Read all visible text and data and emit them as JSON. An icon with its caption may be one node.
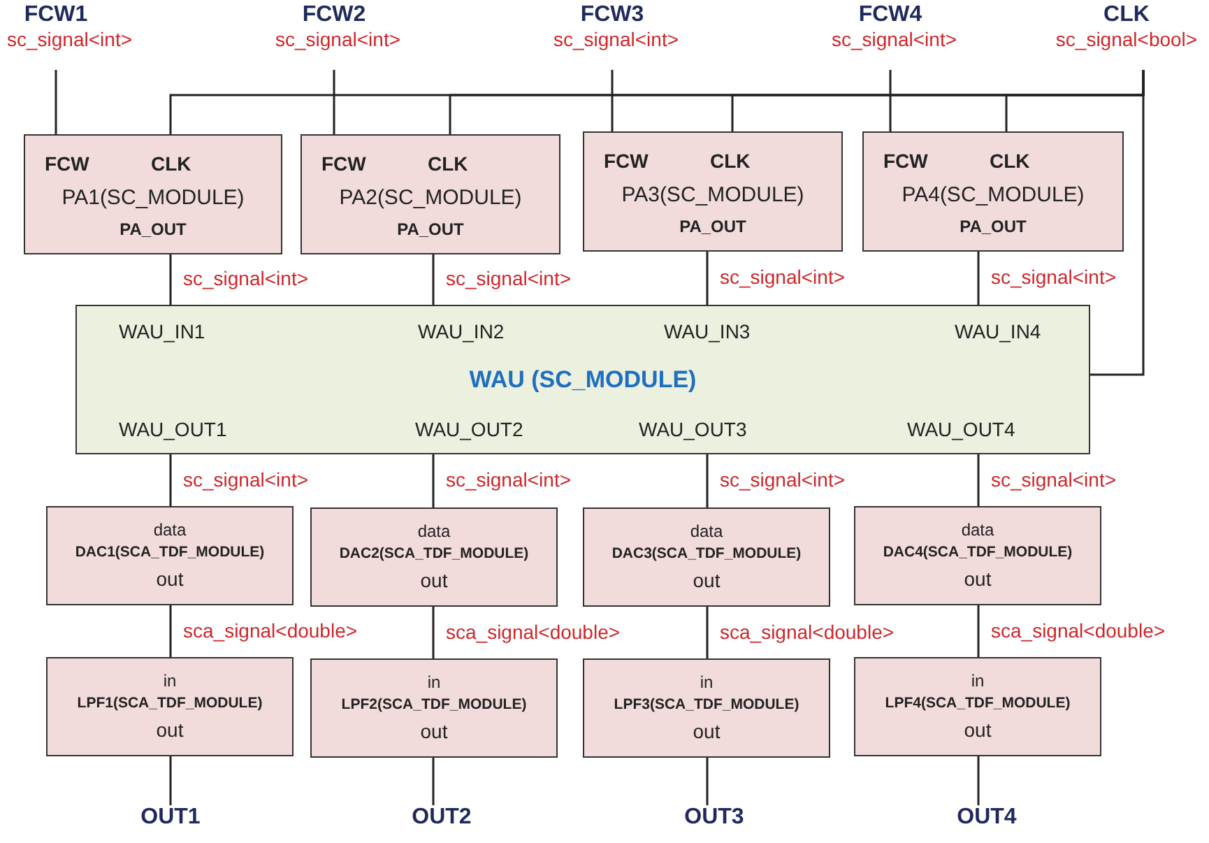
{
  "diagram": {
    "nodes": [
      {
        "text": [
          "FCW1"
        ],
        "beside": [
          "sc_signal<int>"
        ]
      },
      {
        "text": [
          "FCW2"
        ],
        "beside": [
          "sc_signal<int>"
        ]
      },
      {
        "text": [
          "FCW3"
        ],
        "beside": [
          "sc_signal<int>"
        ]
      },
      {
        "text": [
          "FCW4"
        ],
        "beside": [
          "sc_signal<int>"
        ]
      },
      {
        "text": [
          "CLK"
        ],
        "beside": [
          "sc_signal<bool>"
        ]
      },
      {
        "text": [
          "FCW",
          "CLK",
          "PA1(SC_MODULE)",
          "PA_OUT"
        ]
      },
      {
        "text": [
          "FCW",
          "CLK",
          "PA2(SC_MODULE)",
          "PA_OUT"
        ]
      },
      {
        "text": [
          "FCW",
          "CLK",
          "PA3(SC_MODULE)",
          "PA_OUT"
        ]
      },
      {
        "text": [
          "FCW",
          "CLK",
          "PA4(SC_MODULE)",
          "PA_OUT"
        ]
      },
      {
        "text": [
          "WAU_IN1",
          "WAU_IN2",
          "WAU_IN3",
          "WAU_IN4",
          "WAU (SC_MODULE)",
          "WAU_OUT1",
          "WAU_OUT2",
          "WAU_OUT3",
          "WAU_OUT4"
        ]
      },
      {
        "text": [
          "data",
          "DAC1(SCA_TDF_MODULE)",
          "out"
        ]
      },
      {
        "text": [
          "data",
          "DAC2(SCA_TDF_MODULE)",
          "out"
        ]
      },
      {
        "text": [
          "data",
          "DAC3(SCA_TDF_MODULE)",
          "out"
        ]
      },
      {
        "text": [
          "data",
          "DAC4(SCA_TDF_MODULE)",
          "out"
        ]
      },
      {
        "text": [
          "in",
          "LPF1(SCA_TDF_MODULE)",
          "out"
        ]
      },
      {
        "text": [
          "in",
          "LPF2(SCA_TDF_MODULE)",
          "out"
        ]
      },
      {
        "text": [
          "in",
          "LPF3(SCA_TDF_MODULE)",
          "out"
        ]
      },
      {
        "text": [
          "in",
          "LPF4(SCA_TDF_MODULE)",
          "out"
        ]
      },
      {
        "text": [
          "OUT1"
        ]
      },
      {
        "text": [
          "OUT2"
        ]
      },
      {
        "text": [
          "OUT3"
        ]
      },
      {
        "text": [
          "OUT4"
        ]
      }
    ],
    "edges": [
      {
        "from": 0,
        "to": 5,
        "arrow": "none"
      },
      {
        "from": 1,
        "to": 6,
        "arrow": "none"
      },
      {
        "from": 2,
        "to": 7,
        "arrow": "none"
      },
      {
        "from": 3,
        "to": 8,
        "arrow": "none"
      },
      {
        "from": 4,
        "to": 5,
        "arrow": "none"
      },
      {
        "from": 4,
        "to": 6,
        "arrow": "none"
      },
      {
        "from": 4,
        "to": 7,
        "arrow": "none"
      },
      {
        "from": 4,
        "to": 8,
        "arrow": "none"
      },
      {
        "from": 4,
        "to": 9,
        "arrow": "none"
      },
      {
        "from": 5,
        "to": 9,
        "label": "sc_signal<int>",
        "arrow": "none"
      },
      {
        "from": 6,
        "to": 9,
        "label": "sc_signal<int>",
        "arrow": "none"
      },
      {
        "from": 7,
        "to": 9,
        "label": "sc_signal<int>",
        "arrow": "none"
      },
      {
        "from": 8,
        "to": 9,
        "label": "sc_signal<int>",
        "arrow": "none"
      },
      {
        "from": 9,
        "to": 10,
        "label": "sc_signal<int>",
        "arrow": "none"
      },
      {
        "from": 9,
        "to": 11,
        "label": "sc_signal<int>",
        "arrow": "none"
      },
      {
        "from": 9,
        "to": 12,
        "label": "sc_signal<int>",
        "arrow": "none"
      },
      {
        "from": 9,
        "to": 13,
        "label": "sc_signal<int>",
        "arrow": "none"
      },
      {
        "from": 10,
        "to": 14,
        "label": "sca_signal<double>",
        "arrow": "none"
      },
      {
        "from": 11,
        "to": 15,
        "label": "sca_signal<double>",
        "arrow": "none"
      },
      {
        "from": 12,
        "to": 16,
        "label": "sca_signal<double>",
        "arrow": "none"
      },
      {
        "from": 13,
        "to": 17,
        "label": "sca_signal<double>",
        "arrow": "none"
      },
      {
        "from": 14,
        "to": 18,
        "arrow": "none"
      },
      {
        "from": 15,
        "to": 19,
        "arrow": "none"
      },
      {
        "from": 16,
        "to": 20,
        "arrow": "none"
      },
      {
        "from": 17,
        "to": 21,
        "arrow": "none"
      }
    ]
  }
}
